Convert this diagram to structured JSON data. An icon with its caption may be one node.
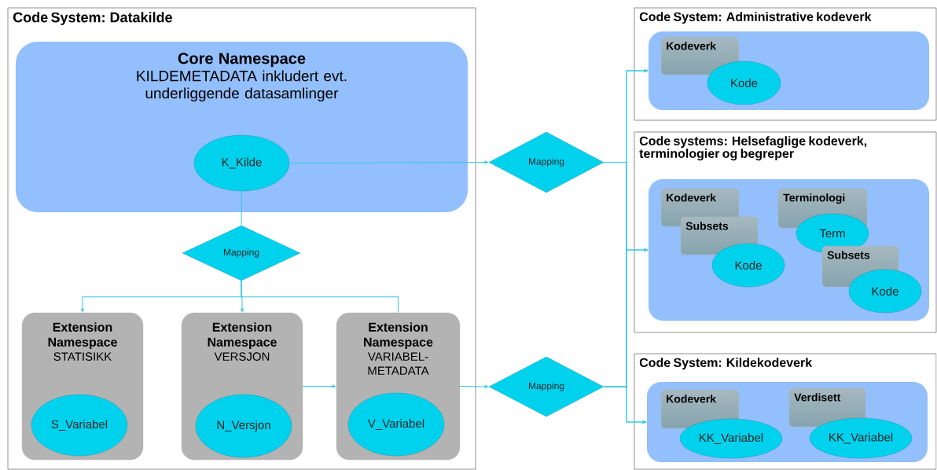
{
  "diagram": {
    "nodes": [
      {
        "text": [
          "Code System: Datakilde"
        ]
      },
      {
        "text": [
          "Core Namespace",
          "KILDEMETADATA inkludert evt. underliggende datasamlinger"
        ],
        "in": 0
      },
      {
        "text": [
          "K_Kilde"
        ],
        "in": 1
      },
      {
        "text": [
          "Mapping"
        ],
        "in": 0
      },
      {
        "text": [
          "Extension Namespace",
          "STATISIKK"
        ],
        "in": 0
      },
      {
        "text": [
          "S_Variabel"
        ],
        "in": 4
      },
      {
        "text": [
          "Extension Namespace",
          "VERSJON"
        ],
        "in": 0
      },
      {
        "text": [
          "N_Versjon"
        ],
        "in": 6
      },
      {
        "text": [
          "Extension Namespace",
          "VARIABEL-METADATA"
        ],
        "in": 0
      },
      {
        "text": [
          "V_Variabel"
        ],
        "in": 8
      },
      {
        "text": [
          "Mapping"
        ]
      },
      {
        "text": [
          "Mapping"
        ]
      },
      {
        "text": [
          "Code System: Administrative kodeverk"
        ]
      },
      {
        "text": [],
        "shape": "box",
        "in": 12
      },
      {
        "text": [
          "Kodeverk"
        ],
        "in": 13
      },
      {
        "text": [
          "Kode"
        ],
        "in": 13
      },
      {
        "text": [
          "Code systems: Helsefaglige kodeverk, terminologier og begreper"
        ]
      },
      {
        "text": [],
        "shape": "box",
        "in": 16
      },
      {
        "text": [
          "Kodeverk"
        ],
        "in": 17
      },
      {
        "text": [
          "Subsets"
        ],
        "in": 17
      },
      {
        "text": [
          "Kode"
        ],
        "in": 17
      },
      {
        "text": [
          "Terminologi"
        ],
        "in": 17
      },
      {
        "text": [
          "Term"
        ],
        "in": 17
      },
      {
        "text": [
          "Subsets"
        ],
        "in": 17
      },
      {
        "text": [
          "Kode"
        ],
        "in": 17
      },
      {
        "text": [
          "Code System: Kildekodeverk"
        ]
      },
      {
        "text": [],
        "shape": "box",
        "in": 25
      },
      {
        "text": [
          "Kodeverk"
        ],
        "in": 26
      },
      {
        "text": [
          "KK_Variabel"
        ],
        "in": 26
      },
      {
        "text": [
          "Verdisett"
        ],
        "in": 26
      },
      {
        "text": [
          "KK_Variabel"
        ],
        "in": 26
      }
    ],
    "edges": [
      {
        "from": 2,
        "to": 3,
        "arrow": "none"
      },
      {
        "from": 2,
        "to": 10,
        "arrow": "to"
      },
      {
        "from": 3,
        "to": 4,
        "arrow": "to"
      },
      {
        "from": 3,
        "to": 6,
        "arrow": "to"
      },
      {
        "from": 3,
        "to": 8,
        "arrow": "none"
      },
      {
        "from": 6,
        "to": 8,
        "arrow": "to"
      },
      {
        "from": 8,
        "to": 11,
        "arrow": "to"
      },
      {
        "from": 10,
        "to": 13,
        "arrow": "to"
      },
      {
        "from": 10,
        "to": 17,
        "arrow": "to"
      },
      {
        "from": 10,
        "to": 26,
        "arrow": "to"
      },
      {
        "from": 11,
        "to": 13,
        "arrow": "to"
      },
      {
        "from": 11,
        "to": 17,
        "arrow": "to"
      },
      {
        "from": 11,
        "to": 26,
        "arrow": "to"
      }
    ]
  }
}
